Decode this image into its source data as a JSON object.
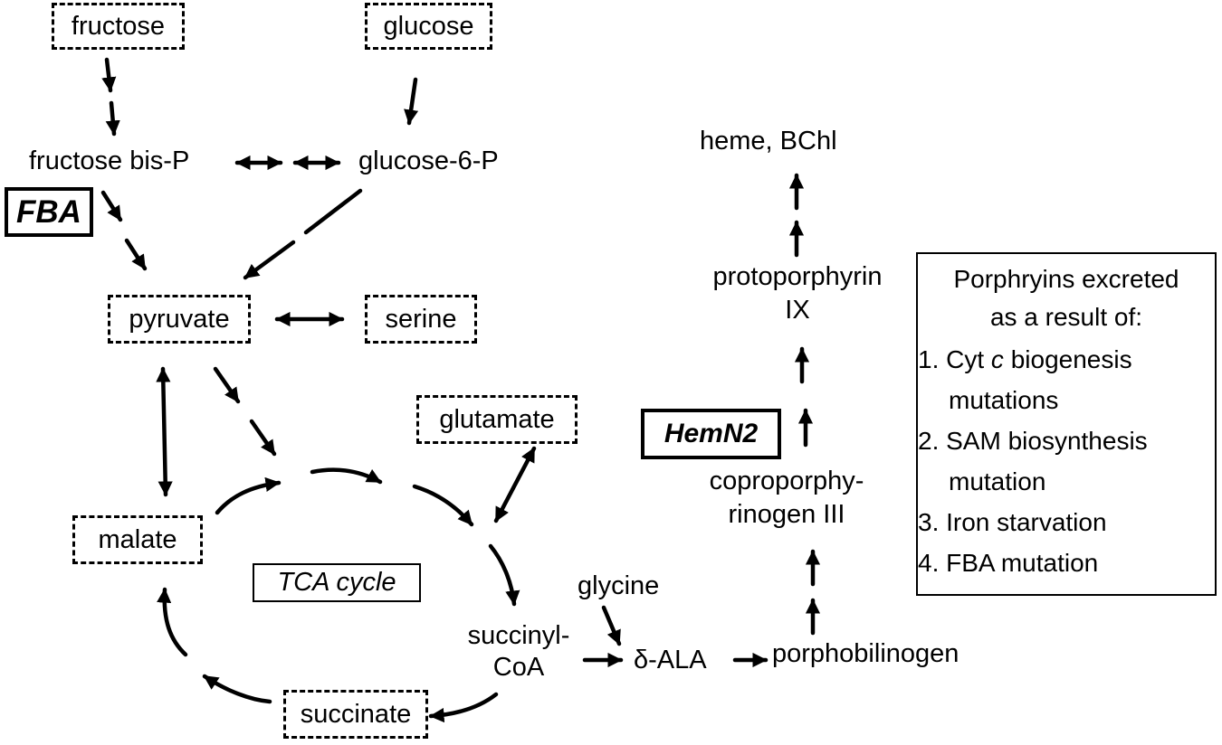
{
  "nodes": {
    "fructose": "fructose",
    "glucose": "glucose",
    "fructose_bisp": "fructose bis-P",
    "glucose_6p": "glucose-6-P",
    "fba": "FBA",
    "pyruvate": "pyruvate",
    "serine": "serine",
    "glutamate": "glutamate",
    "malate": "malate",
    "tca_cycle": "TCA cycle",
    "succinate": "succinate",
    "succinyl_line1": "succinyl-",
    "succinyl_line2": "CoA",
    "glycine": "glycine",
    "ala": "δ-ALA",
    "porphobilinogen": "porphobilinogen",
    "copro_line1": "coproporphy-",
    "copro_line2": "rinogen III",
    "hemn2": "HemN2",
    "proto_line1": "protoporphyrin",
    "proto_line2": "IX",
    "heme": "heme, BChl"
  },
  "legend": {
    "title_line1": "Porphryins excreted",
    "title_line2": "as a result of:",
    "item1_num": "1.",
    "item1_pre": "Cyt ",
    "item1_italic": "c",
    "item1_post": " biogenesis",
    "item1_cont": "mutations",
    "item2": "2. SAM biosynthesis",
    "item2_cont": "mutation",
    "item3": "3. Iron starvation",
    "item4": "4. FBA mutation"
  }
}
